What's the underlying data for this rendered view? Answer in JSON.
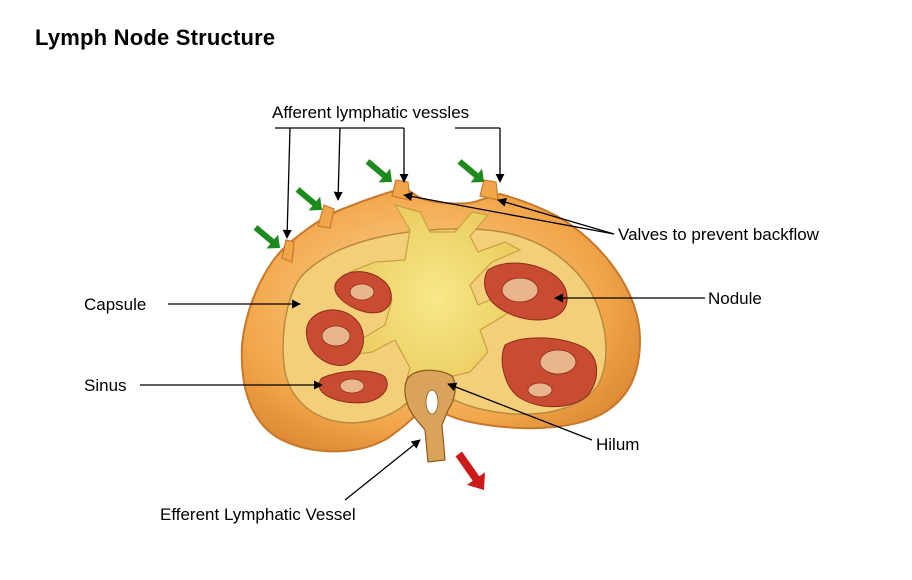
{
  "title": "Lymph Node Structure",
  "labels": {
    "afferent": "Afferent lymphatic vessles",
    "valves": "Valves to prevent backflow",
    "capsule": "Capsule",
    "nodule": "Nodule",
    "sinus": "Sinus",
    "hilum": "Hilum",
    "efferent": "Efferent Lymphatic Vessel"
  },
  "colors": {
    "capsule_outer": "#f2a64a",
    "capsule_edge": "#c7782a",
    "cortex": "#f4cf7a",
    "medulla": "#f3dc6e",
    "nodule": "#c84b32",
    "nodule_center": "#e8b68a",
    "inflow_arrow": "#1e8a1e",
    "outflow_arrow": "#cc1a1a"
  }
}
